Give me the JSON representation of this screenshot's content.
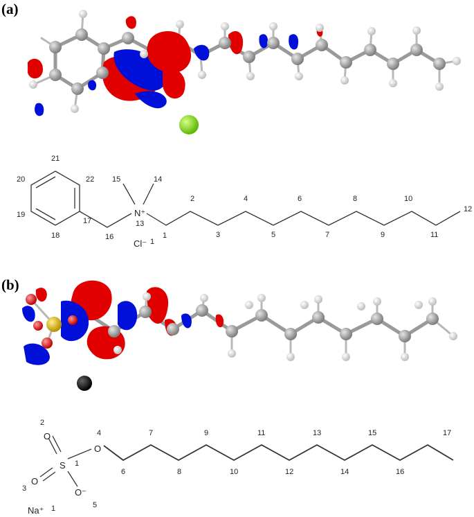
{
  "panel_a": {
    "label": "(a)",
    "counter_ion_text": "Cl⁻",
    "counter_ion_number": "1",
    "charge_text": "N⁺",
    "atom_numbers": [
      "2",
      "3",
      "4",
      "5",
      "6",
      "7",
      "8",
      "9",
      "10",
      "11",
      "12",
      "13",
      "14",
      "15",
      "16",
      "17",
      "18",
      "19",
      "20",
      "21",
      "22",
      "1"
    ]
  },
  "panel_b": {
    "label": "(b)",
    "counter_ion_text": "Na⁺",
    "counter_ion_number": "1",
    "sulfur_text": "S",
    "oxygen_texts": [
      "O",
      "O",
      "O",
      "O⁻"
    ],
    "atom_numbers": [
      "1",
      "2",
      "3",
      "4",
      "5",
      "6",
      "7",
      "8",
      "9",
      "10",
      "11",
      "12",
      "13",
      "14",
      "15",
      "16",
      "17"
    ]
  },
  "colors": {
    "positive_lobe": "#e00000",
    "negative_lobe": "#0010d8",
    "carbon": "#9a9a9a",
    "hydrogen": "#f2f2f2",
    "chloride": "#7fe000",
    "sodium": "#111111",
    "sulfur": "#d8b400",
    "oxygen": "#e02020"
  }
}
